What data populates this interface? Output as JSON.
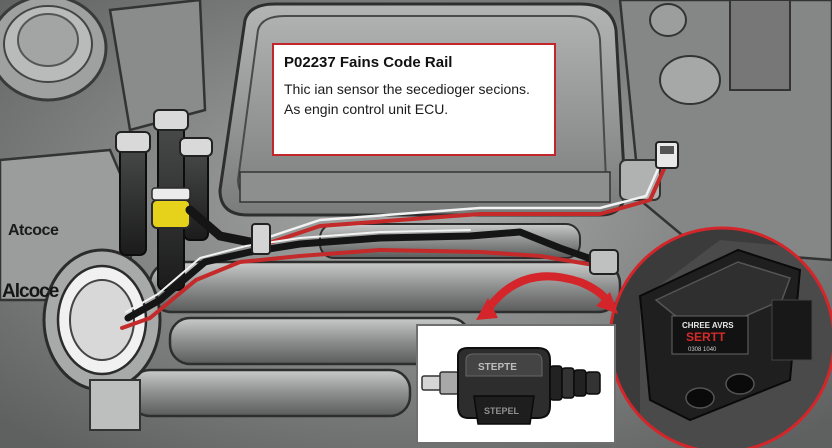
{
  "callout": {
    "title": "P02237 Fains Code Rail",
    "line1": "Thic ian sensor the secedioger secions.",
    "line2": "As engin control unit ECU."
  },
  "labels": {
    "left_side": "Alcoce",
    "left_side_top": "Atcoce"
  },
  "connector": {
    "inset_top_text": "STEPTE",
    "inset_bottom_text": "STEPEL",
    "detail_line1": "CHREE AVRS",
    "detail_line2": "SERTT",
    "detail_line3": "0308 1040"
  },
  "colors": {
    "callout_border": "#c2262a",
    "arrow": "#d4262a",
    "wire_red": "#c42a2a",
    "wire_black": "#151515",
    "sensor_band": "#e6d21a",
    "engine_gray": "#8f9090"
  }
}
